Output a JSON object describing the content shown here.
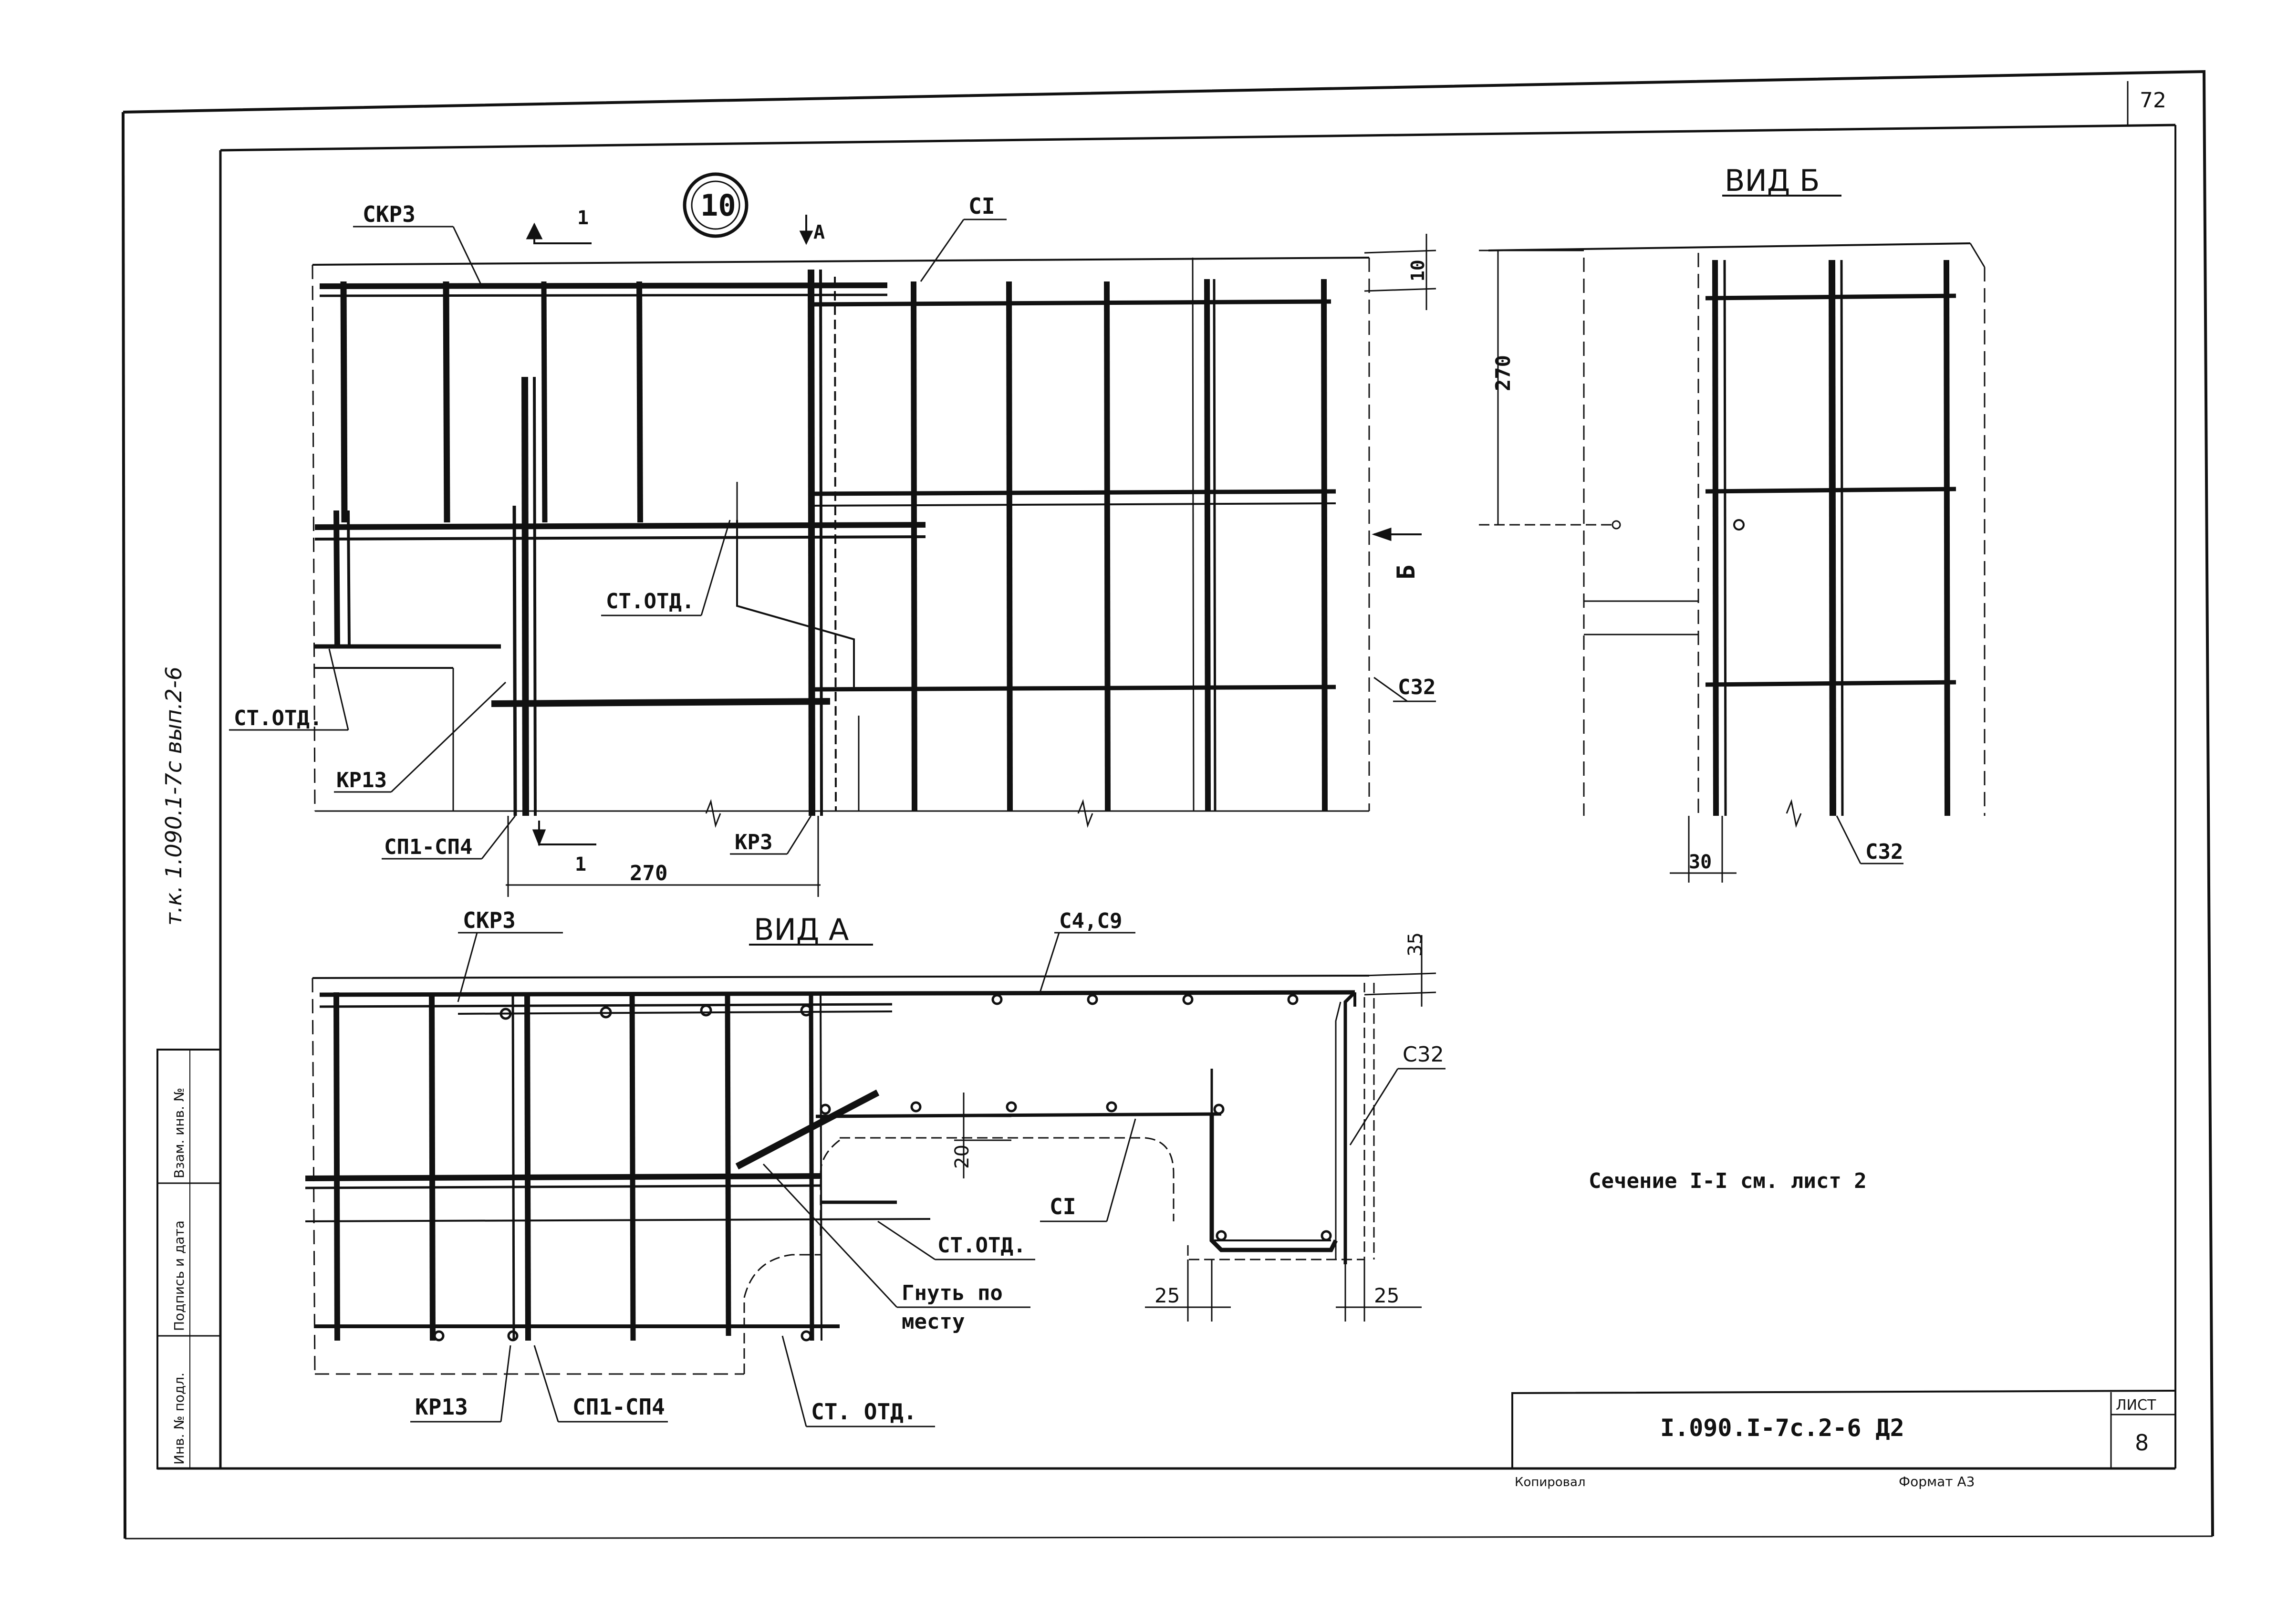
{
  "sheet": {
    "page_number": "72",
    "designation": "I.090.I-7c.2-6 Д2",
    "sheet_label": "ЛИСТ",
    "sheet_number": "8",
    "copied_label": "Копировал",
    "format_label": "Формат А3",
    "side_note": "т.к. 1.090.1-7с вып.2-6",
    "side_cells": [
      "Инв. № подл.",
      "Подпись и дата",
      "Взам. инв. №"
    ]
  },
  "marker": "10",
  "views": {
    "vid_b": "ВИД Б",
    "vid_a": "ВИД А",
    "section_note": "Сечение I-I см. лист 2"
  },
  "labels": {
    "skr3_top": "СКР3",
    "c1_top": "СI",
    "cut1_top": "1",
    "cut_a": "А",
    "st_otd_center": "СТ.ОТД.",
    "st_otd_left": "СТ.ОТД.",
    "kr13_top": "КР13",
    "sp1_sp4_top": "СП1-СП4",
    "cut1_bottom": "1",
    "kr3": "КР3",
    "b_arrow": "Б",
    "c32_front": "С32",
    "c32_vid_b": "С32",
    "skr3_a": "СКР3",
    "c4_c9": "С4,С9",
    "c32_a": "С32",
    "c1_a": "СI",
    "st_otd_a1": "СТ.ОТД.",
    "bend_note_1": "Гнуть по",
    "bend_note_2": "месту",
    "kr13_a": "КР13",
    "sp1_sp4_a": "СП1-СП4",
    "st_otd_a2": "СТ. ОТД."
  },
  "dims": {
    "d10": "10",
    "d270_front": "270",
    "d270_vid_b": "270",
    "d30": "30",
    "d35": "35",
    "d20": "20",
    "d25_left": "25",
    "d25_right": "25"
  }
}
